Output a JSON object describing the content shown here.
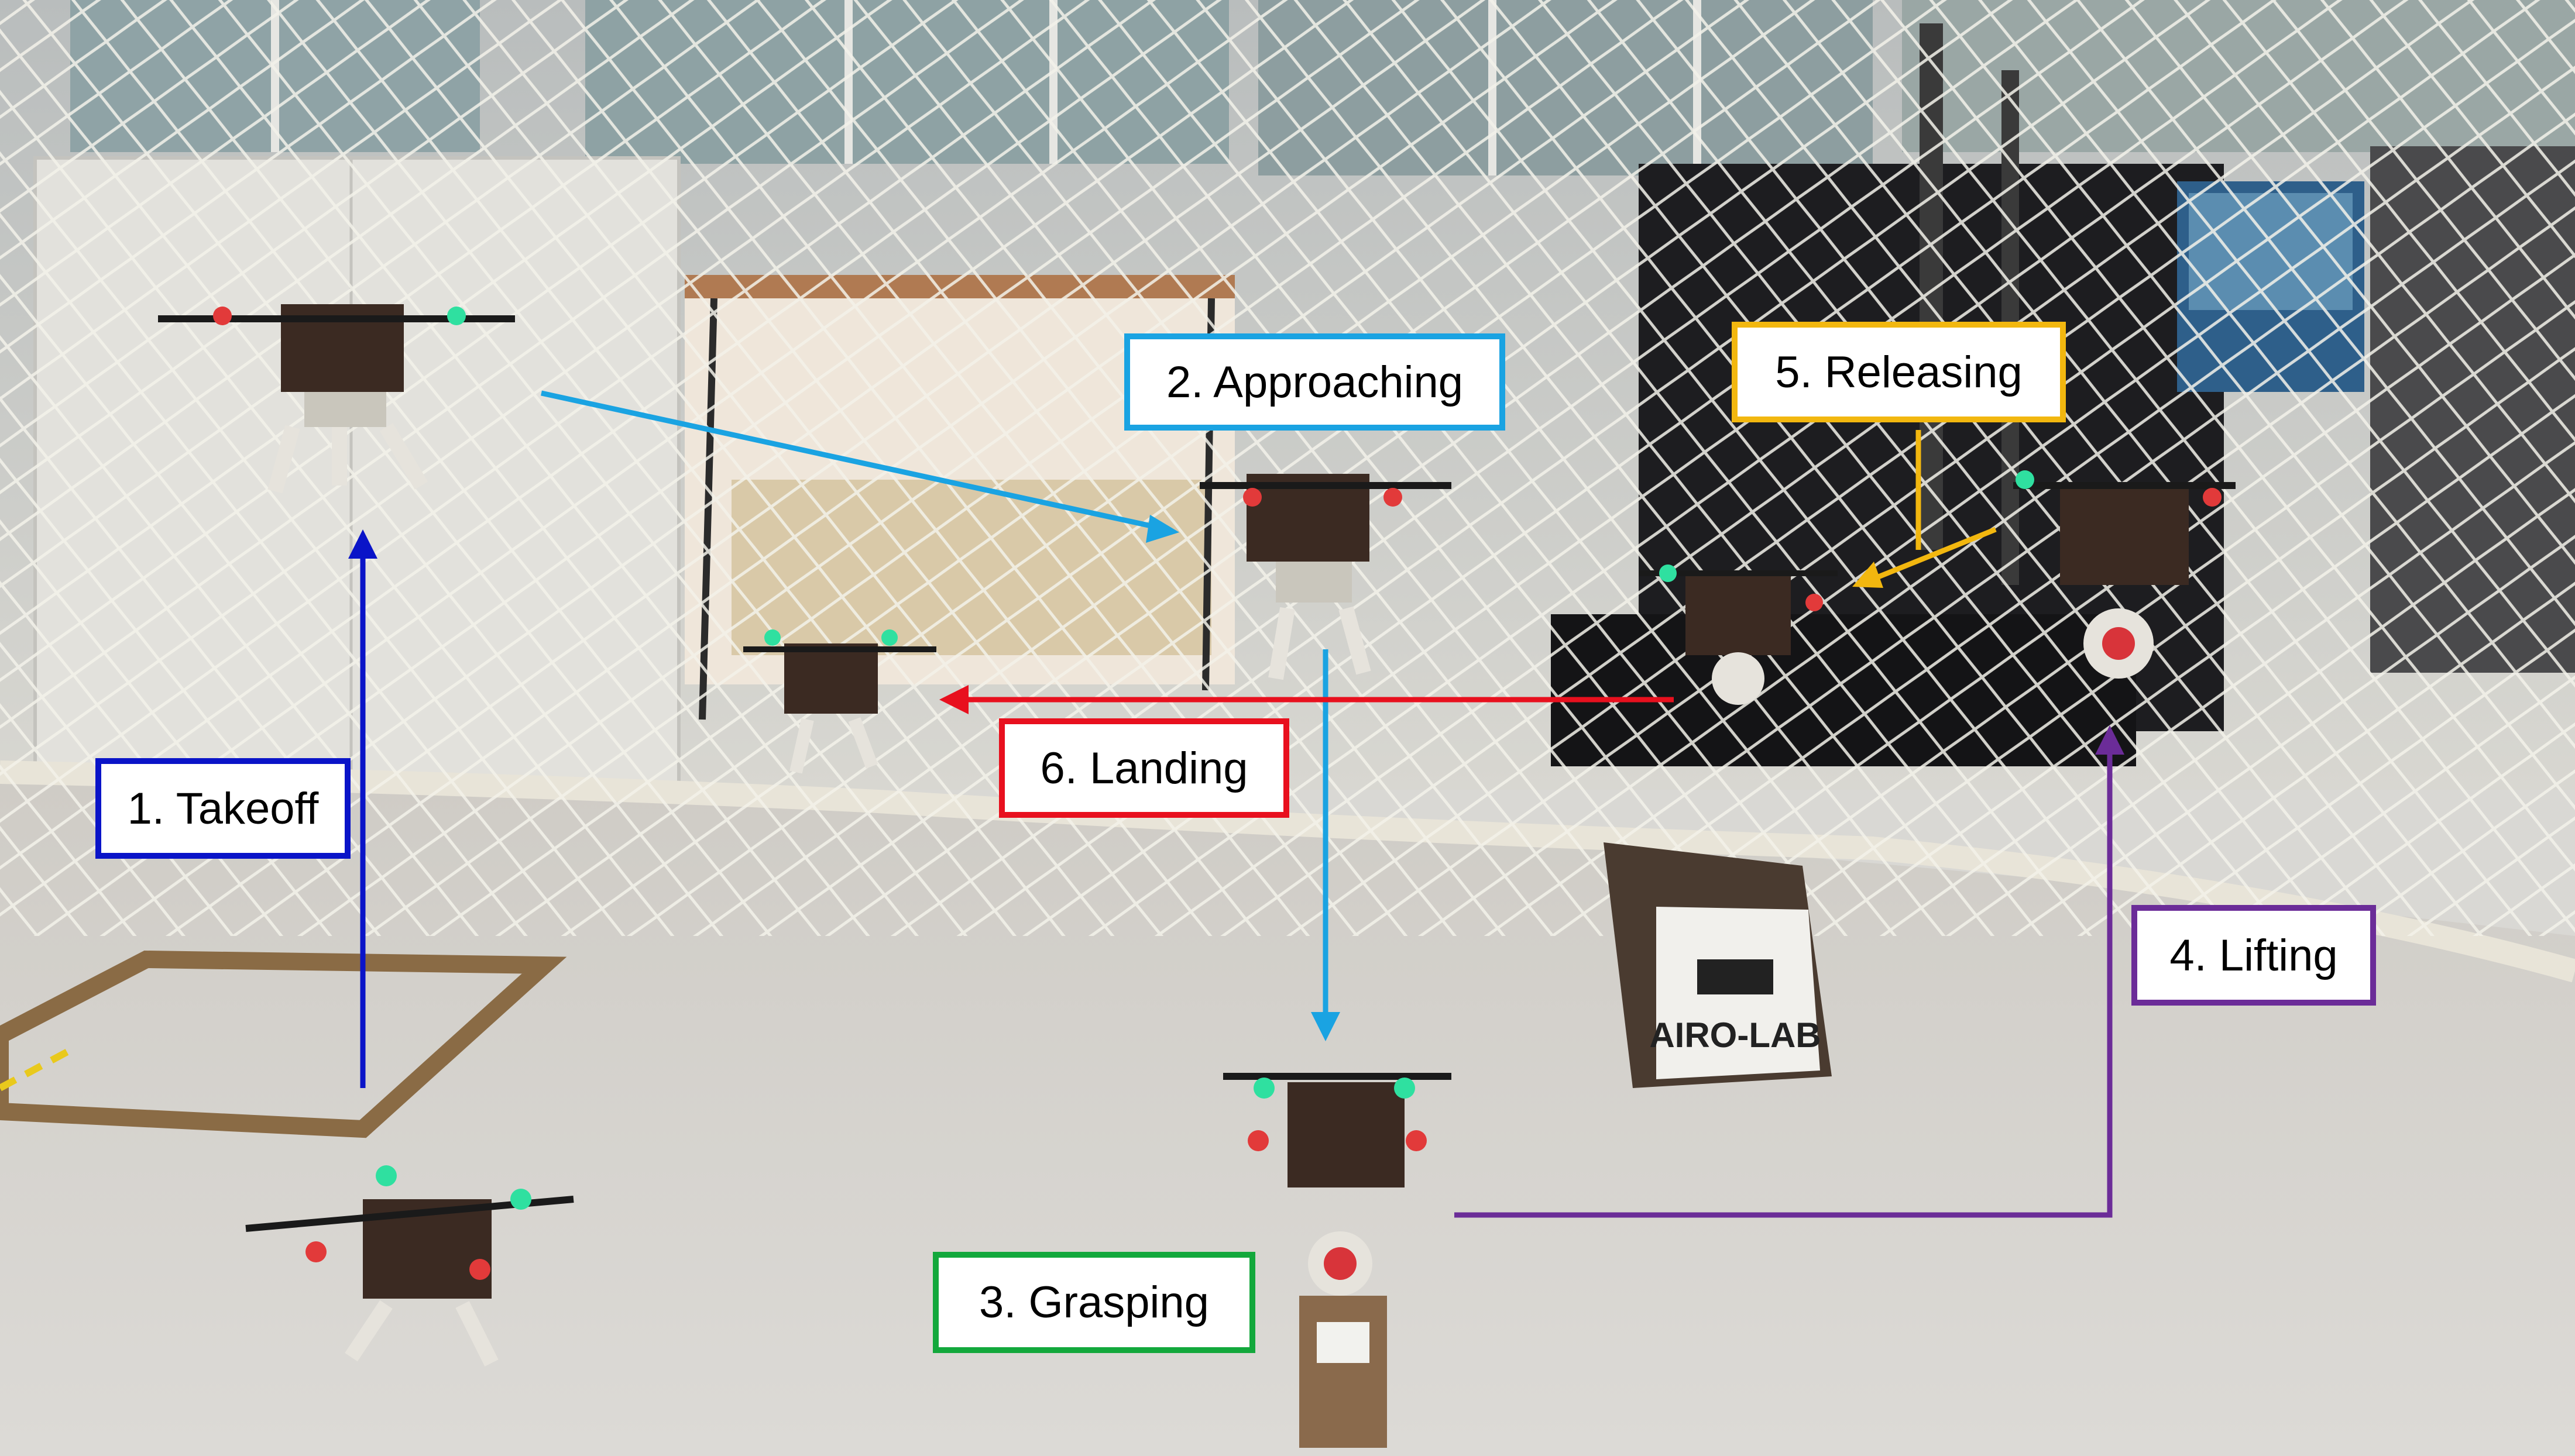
{
  "labels": {
    "takeoff": "1. Takeoff",
    "approaching": "2. Approaching",
    "grasping": "3. Grasping",
    "lifting": "4. Lifting",
    "releasing": "5. Releasing",
    "landing": "6. Landing"
  },
  "box_logo_text": "AIRO-LAB",
  "colors": {
    "takeoff": "#0a14c8",
    "approaching": "#1aa3e2",
    "grasping": "#13a83c",
    "lifting": "#6b2c98",
    "releasing": "#f2b70f",
    "landing": "#e8101e"
  }
}
